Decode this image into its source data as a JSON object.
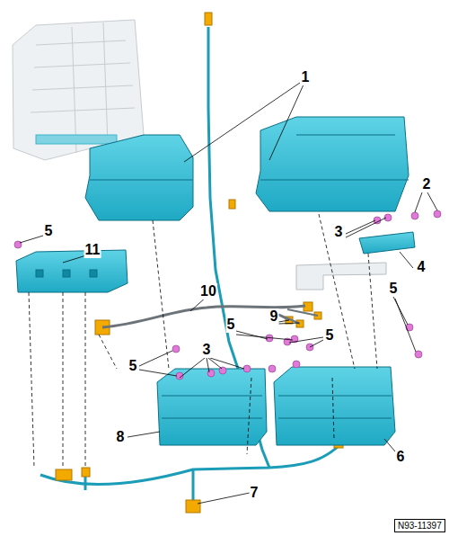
{
  "diagram": {
    "nodes": [
      {
        "text": [
          "N93-11397"
        ]
      }
    ],
    "labels": [
      "1",
      "2",
      "5",
      "3",
      "11",
      "4",
      "10",
      "5",
      "9",
      "5",
      "5",
      "3",
      "5",
      "8",
      "6",
      "7"
    ]
  }
}
